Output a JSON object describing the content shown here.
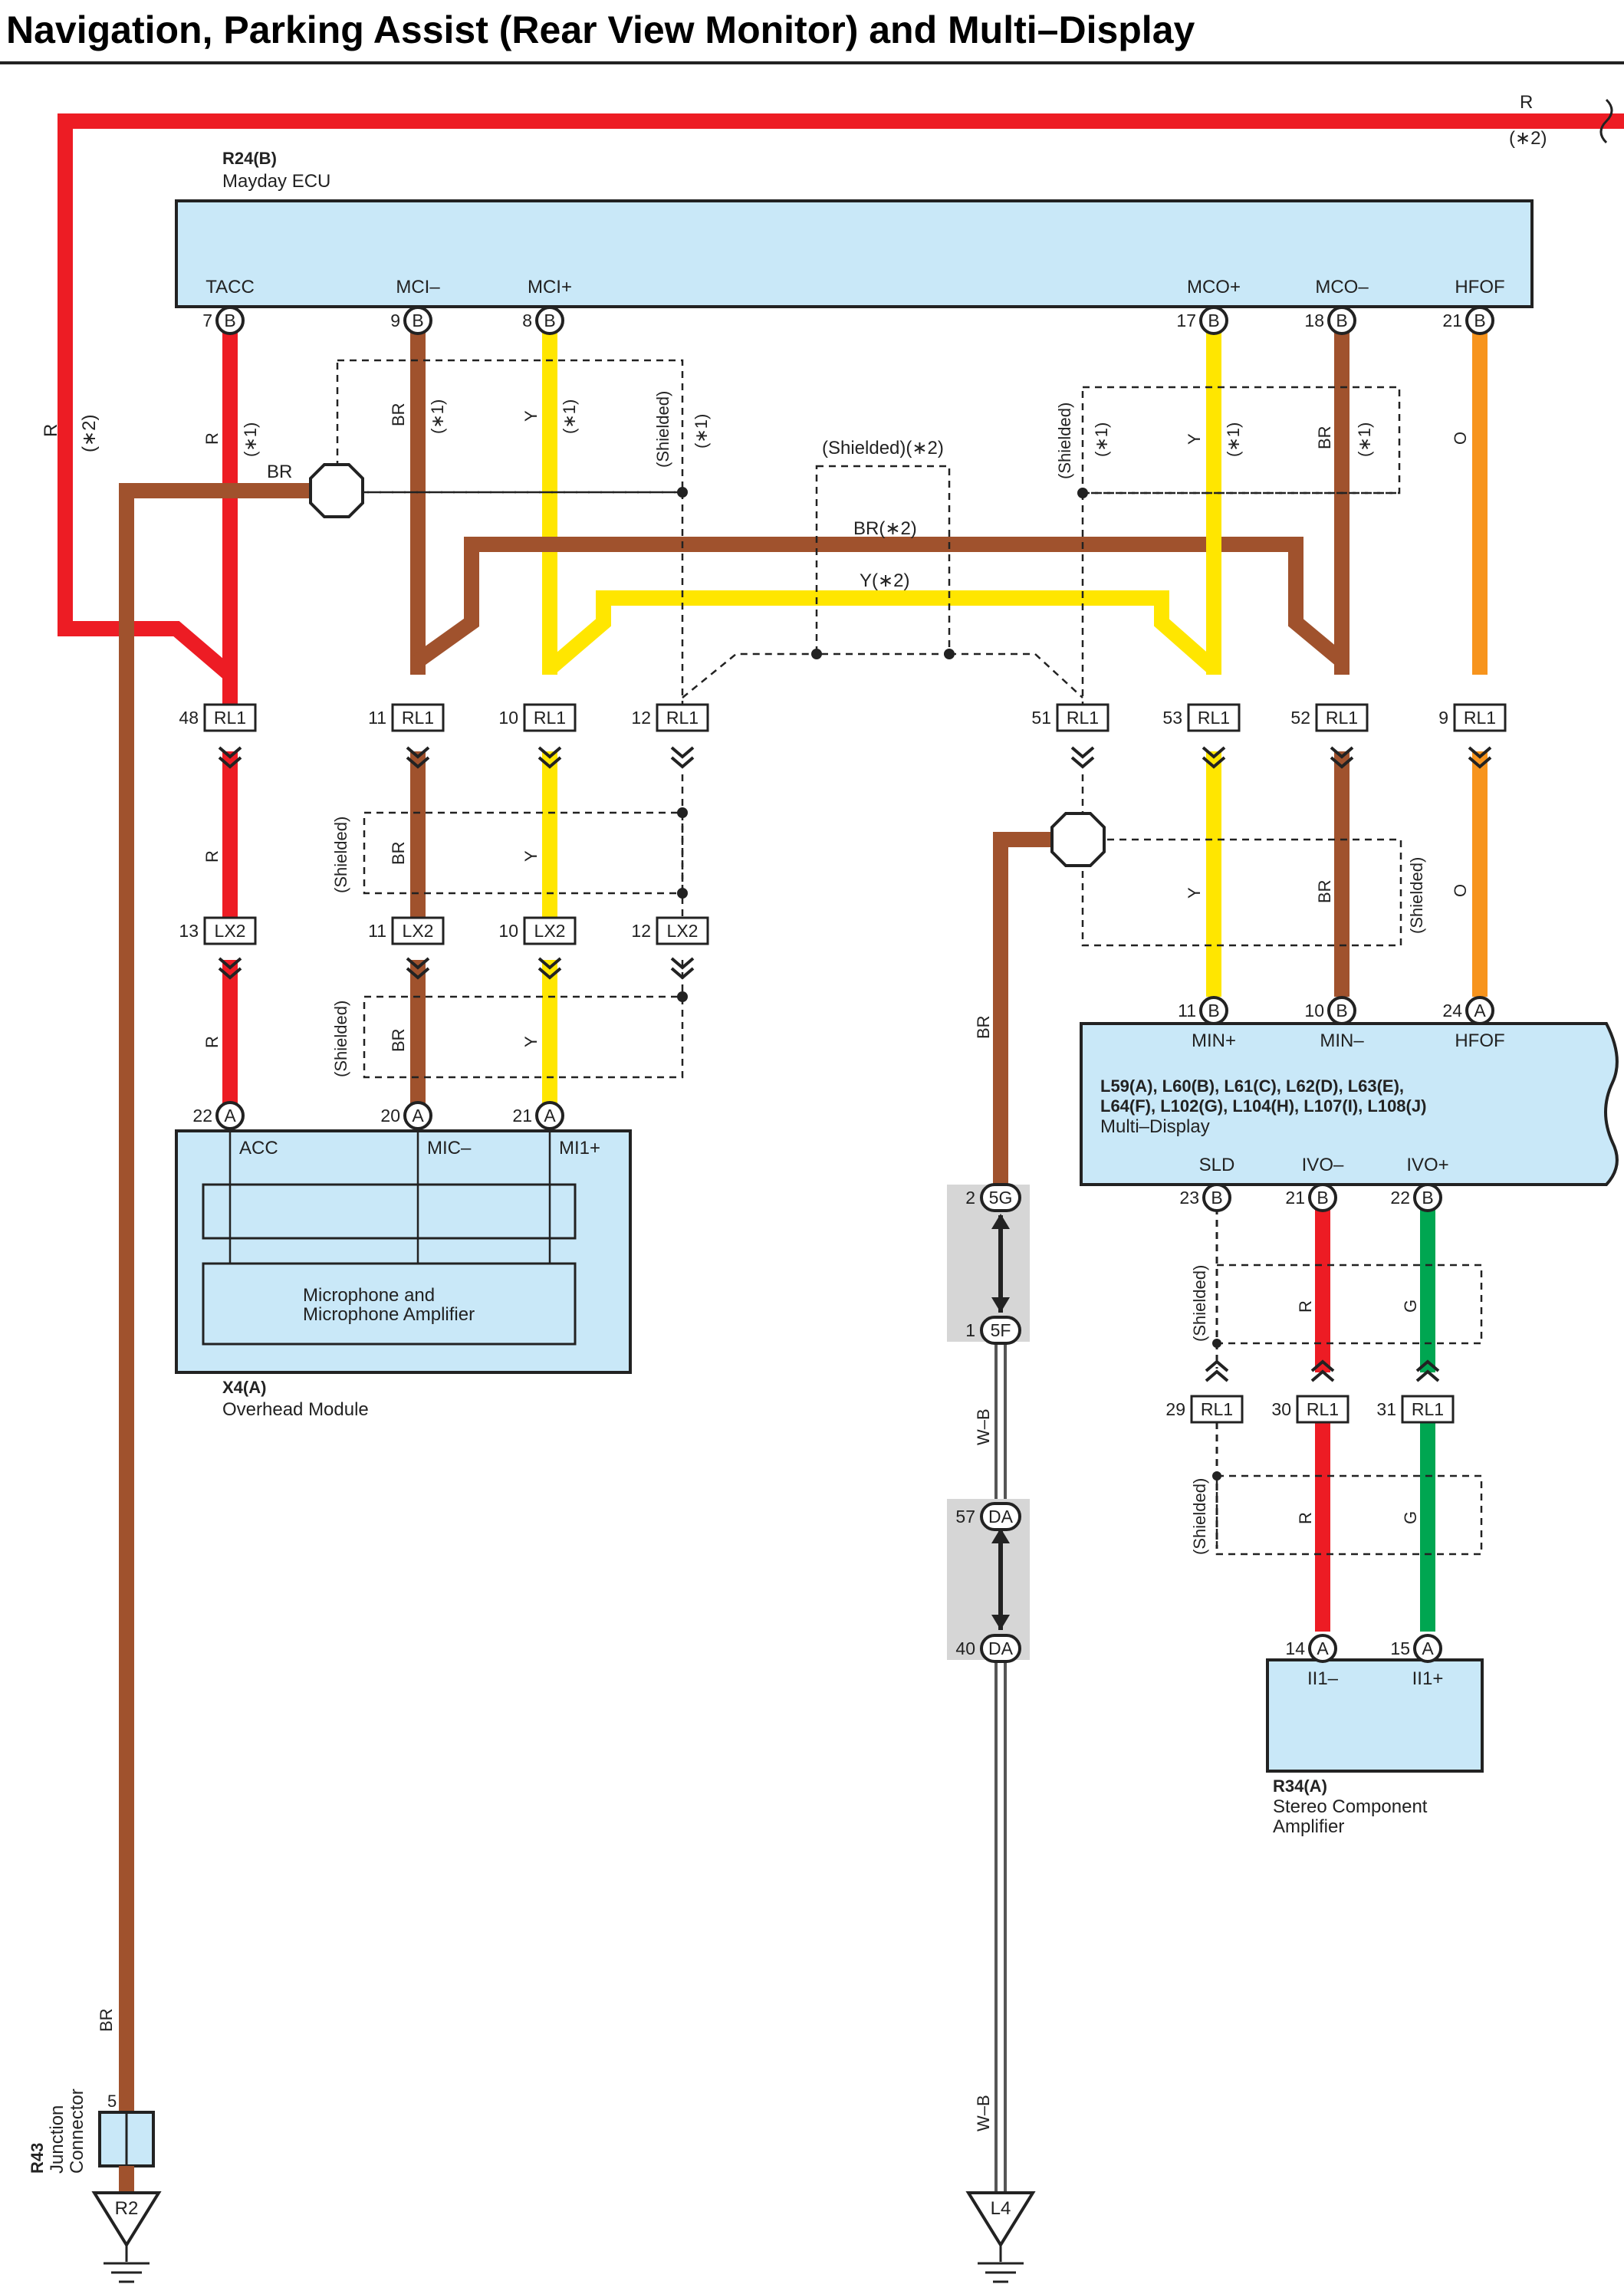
{
  "title": "Navigation, Parking Assist (Rear View Monitor) and Multi–Display",
  "colors": {
    "R": "#ed1c24",
    "BR": "#a0522d",
    "Y": "#ffe600",
    "O": "#f7941d",
    "G": "#00a651",
    "W-B": "#ffffff",
    "component_fill": "#c9e8f8",
    "splice_fill": "#d6d6d6"
  },
  "power": {
    "wire": "R",
    "note": "(∗2)"
  },
  "mayday_ecu": {
    "id": "R24(B)",
    "name": "Mayday ECU",
    "terminals": [
      {
        "label": "TACC",
        "pin": "7",
        "conn": "B",
        "wire": "R",
        "note": "(∗1)"
      },
      {
        "label": "MCI–",
        "pin": "9",
        "conn": "B",
        "wire": "BR",
        "note": "(∗1)"
      },
      {
        "label": "MCI+",
        "pin": "8",
        "conn": "B",
        "wire": "Y",
        "note": "(∗1)"
      },
      {
        "label": "MCO+",
        "pin": "17",
        "conn": "B",
        "wire": "Y",
        "note": "(∗1)"
      },
      {
        "label": "MCO–",
        "pin": "18",
        "conn": "B",
        "wire": "BR",
        "note": "(∗1)"
      },
      {
        "label": "HFOF",
        "pin": "21",
        "conn": "B",
        "wire": "O",
        "note": ""
      }
    ]
  },
  "shielded_label": "(Shielded)",
  "shielded_star1": "(∗1)",
  "shielded_star2": "(Shielded)(∗2)",
  "cross_wires": {
    "br": "BR(∗2)",
    "y": "Y(∗2)"
  },
  "rl1_top": [
    {
      "pin": "48",
      "conn": "RL1"
    },
    {
      "pin": "11",
      "conn": "RL1"
    },
    {
      "pin": "10",
      "conn": "RL1"
    },
    {
      "pin": "12",
      "conn": "RL1"
    },
    {
      "pin": "51",
      "conn": "RL1"
    },
    {
      "pin": "53",
      "conn": "RL1"
    },
    {
      "pin": "52",
      "conn": "RL1"
    },
    {
      "pin": "9",
      "conn": "RL1"
    }
  ],
  "lx2": [
    {
      "pin": "13",
      "conn": "LX2"
    },
    {
      "pin": "11",
      "conn": "LX2"
    },
    {
      "pin": "10",
      "conn": "LX2"
    },
    {
      "pin": "12",
      "conn": "LX2"
    }
  ],
  "wire_labels": {
    "r": "R",
    "br": "BR",
    "y": "Y",
    "o": "O",
    "g": "G",
    "wb": "W–B"
  },
  "overhead_module": {
    "id": "X4(A)",
    "name": "Overhead Module",
    "inner": "Microphone and Microphone Amplifier",
    "inner_line1": "Microphone and",
    "inner_line2": "Microphone Amplifier",
    "terminals": [
      {
        "label": "ACC",
        "pin": "22",
        "conn": "A"
      },
      {
        "label": "MIC–",
        "pin": "20",
        "conn": "A"
      },
      {
        "label": "MI1+",
        "pin": "21",
        "conn": "A"
      }
    ]
  },
  "multi_display": {
    "ids": "L59(A), L60(B), L61(C), L62(D), L63(E), L64(F), L102(G), L104(H), L107(I), L108(J)",
    "ids_line1": "L59(A), L60(B), L61(C), L62(D), L63(E),",
    "ids_line2": "L64(F), L102(G), L104(H), L107(I), L108(J)",
    "name": "Multi–Display",
    "top_terminals": [
      {
        "label": "MIN+",
        "pin": "11",
        "conn": "B"
      },
      {
        "label": "MIN–",
        "pin": "10",
        "conn": "B"
      },
      {
        "label": "HFOF",
        "pin": "24",
        "conn": "A"
      }
    ],
    "bottom_terminals": [
      {
        "label": "SLD",
        "pin": "23",
        "conn": "B"
      },
      {
        "label": "IVO–",
        "pin": "21",
        "conn": "B"
      },
      {
        "label": "IVO+",
        "pin": "22",
        "conn": "B"
      }
    ]
  },
  "rl1_bottom": [
    {
      "pin": "29",
      "conn": "RL1"
    },
    {
      "pin": "30",
      "conn": "RL1"
    },
    {
      "pin": "31",
      "conn": "RL1"
    }
  ],
  "splices": [
    {
      "pin": "2",
      "conn": "5G"
    },
    {
      "pin": "1",
      "conn": "5F"
    },
    {
      "pin": "57",
      "conn": "DA"
    },
    {
      "pin": "40",
      "conn": "DA"
    }
  ],
  "stereo_amp": {
    "id": "R34(A)",
    "name_line1": "Stereo Component",
    "name_line2": "Amplifier",
    "terminals": [
      {
        "label": "II1–",
        "pin": "14",
        "conn": "A"
      },
      {
        "label": "II1+",
        "pin": "15",
        "conn": "A"
      }
    ]
  },
  "junction": {
    "id": "R43",
    "name_line1": "Junction",
    "name_line2": "Connector",
    "pin": "5",
    "wire": "BR"
  },
  "grounds": [
    {
      "label": "R2"
    },
    {
      "label": "L4"
    }
  ]
}
